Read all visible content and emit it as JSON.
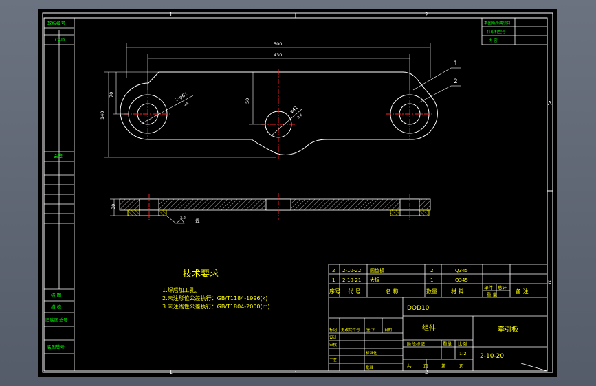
{
  "frame": {
    "zone_top": [
      "1",
      "2"
    ],
    "zone_bottom": [
      "1",
      "2"
    ],
    "zone_right": [
      "A",
      "B"
    ]
  },
  "left_column": {
    "top1": "软板编号",
    "top2": "CAD",
    "mid": "会签",
    "b1": "描 图",
    "b2": "描 校",
    "b3": "旧底图总号",
    "b4": "底图总号"
  },
  "top_right_box": {
    "r1": "本图纸所属项目",
    "r2": "打印机型号",
    "r3": "内 容"
  },
  "dimensions": {
    "overall_length": "500",
    "hole_spacing": "430",
    "height": "140",
    "upper_offset": "70",
    "center_offset": "50",
    "left_hole": "2-φ61",
    "left_tol": "0.8",
    "center_hole": "φ41",
    "center_tol": "0.8",
    "thickness": "30",
    "section_note": "3.2",
    "section_sym": "焊"
  },
  "balloons": [
    "1",
    "2"
  ],
  "tech_requirements": {
    "title": "技术要求",
    "items": [
      "1.焊后加工孔。",
      "2.未注形位公差执行：GB/T1184-1996(k)",
      "3.未注线性公差执行：GB/T1804-2000(m)"
    ]
  },
  "parts_list": {
    "rows": [
      {
        "seq": "2",
        "code": "2-10-22",
        "name": "圆垫板",
        "qty": "2",
        "material": "Q345"
      },
      {
        "seq": "1",
        "code": "2-10-21",
        "name": "大板",
        "qty": "1",
        "material": "Q345"
      }
    ],
    "header": {
      "seq": "序号",
      "code": "代 号",
      "name": "名 称",
      "qty": "数量",
      "material": "材 料",
      "single": "单件",
      "total": "总计",
      "weight": "重 量",
      "remark": "备 注"
    }
  },
  "title_block": {
    "project": "DQD10",
    "assembly": "组件",
    "part_name": "牵引板",
    "drawing_no": "2-10-20",
    "scale": "1:2",
    "stage_label": "阶段标记",
    "weight_label": "重量",
    "scale_label": "比例",
    "rev_header": [
      "标记",
      "更改文件号",
      "签 字",
      "日期"
    ],
    "roles": [
      "设计",
      "审核",
      "工艺",
      "标准化",
      "批准"
    ],
    "sheet_labels": [
      "共",
      "页",
      "第",
      "页"
    ]
  }
}
